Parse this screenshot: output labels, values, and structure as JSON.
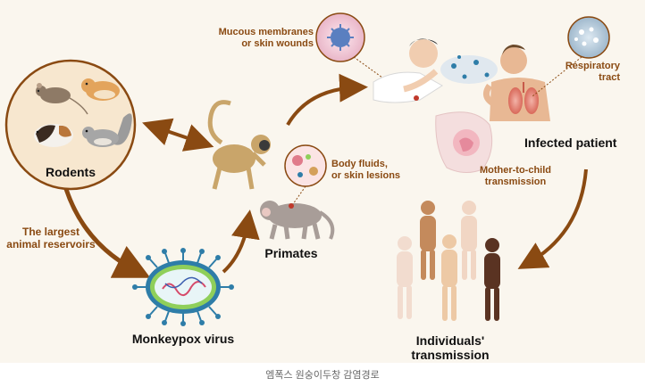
{
  "labels": {
    "rodents": "Rodents",
    "reservoirs_line1": "The largest",
    "reservoirs_line2": "animal reservoirs",
    "monkeypox_virus": "Monkeypox virus",
    "primates": "Primates",
    "body_fluids_line1": "Body fluids,",
    "body_fluids_line2": "or skin lesions",
    "mucous_line1": "Mucous membranes",
    "mucous_line2": "or skin wounds",
    "respiratory_line1": "Respiratory",
    "respiratory_line2": "tract",
    "infected_patient": "Infected patient",
    "mother_child_line1": "Mother-to-child",
    "mother_child_line2": "transmission",
    "individuals_line1": "Individuals'",
    "individuals_line2": "transmission"
  },
  "caption": "엠폭스 원숭이두창 감염경로",
  "colors": {
    "panel_bg": "#faf6ee",
    "arrow": "#8a4a12",
    "label_brown": "#8a4a12",
    "rodent_circle_fill": "#f7e7cf",
    "rodent_circle_stroke": "#8a4a12",
    "virus_blue": "#2e7da8",
    "virus_green": "#8fcf5a",
    "monkey_tan": "#c9a56a",
    "primate_grey": "#a89d98"
  }
}
